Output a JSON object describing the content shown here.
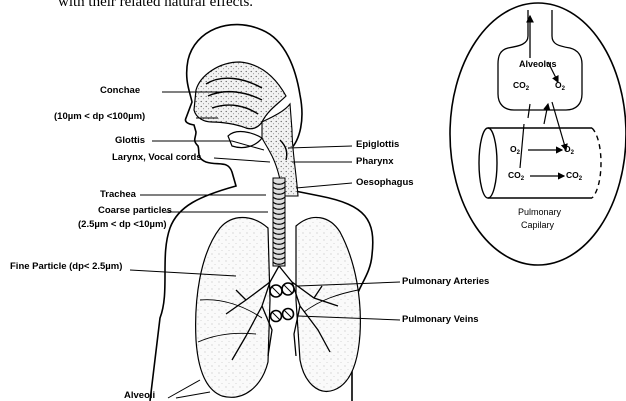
{
  "header_fragment": "with their related natural effects.",
  "labels": {
    "conchae": "Conchae",
    "particle_range_large": "(10µm < dp <100µm)",
    "glottis": "Glottis",
    "larynx": "Larynx, Vocal cords",
    "trachea": "Trachea",
    "coarse": "Coarse particles",
    "coarse_range": "(2.5µm < dp <10µm)",
    "fine": "Fine Particle (dp< 2.5µm)",
    "alveoli": "Alveoli",
    "epiglottis": "Epiglottis",
    "pharynx": "Pharynx",
    "oesophagus": "Oesophagus",
    "pulmonary_arteries": "Pulmonary Arteries",
    "pulmonary_veins": "Pulmonary Veins"
  },
  "inset": {
    "alveolus": "Alveolus",
    "co2": "CO",
    "o2": "O",
    "sub2": "2",
    "capillary_line1": "Pulmonary",
    "capillary_line2": "Capilary"
  }
}
